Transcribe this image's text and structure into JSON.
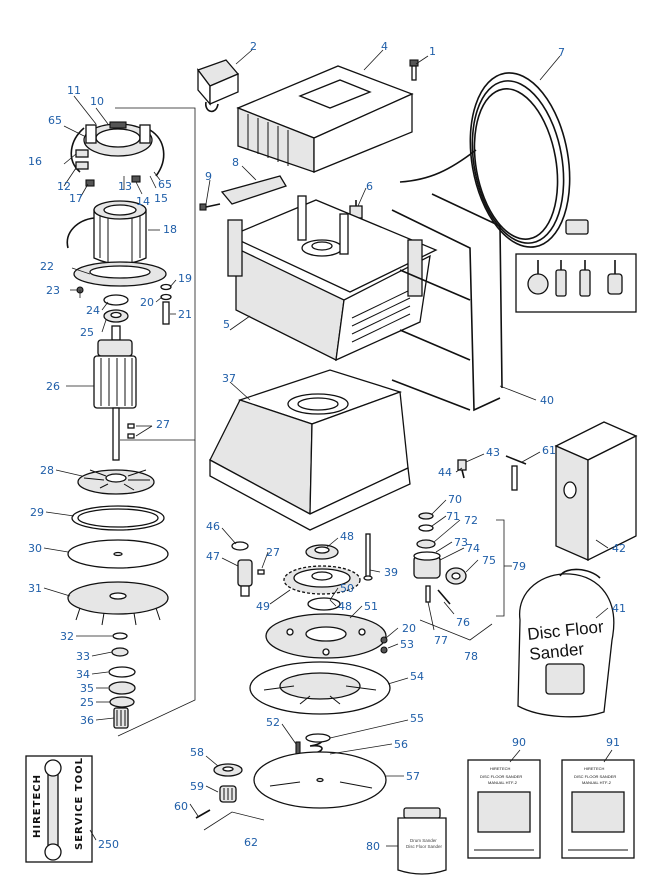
{
  "callouts": {
    "c1": "1",
    "c2": "2",
    "c4": "4",
    "c5": "5",
    "c6": "6",
    "c7": "7",
    "c8": "8",
    "c9": "9",
    "c10": "10",
    "c11": "11",
    "c12": "12",
    "c13": "13",
    "c14": "14",
    "c15": "15",
    "c16": "16",
    "c17": "17",
    "c18": "18",
    "c19": "19",
    "c20a": "20",
    "c20b": "20",
    "c21": "21",
    "c22": "22",
    "c23": "23",
    "c24": "24",
    "c25a": "25",
    "c25b": "25",
    "c26": "26",
    "c27a": "27",
    "c27b": "27",
    "c28": "28",
    "c29": "29",
    "c30": "30",
    "c31": "31",
    "c32": "32",
    "c33": "33",
    "c34": "34",
    "c35": "35",
    "c36": "36",
    "c37": "37",
    "c39": "39",
    "c40": "40",
    "c41": "41",
    "c42": "42",
    "c43": "43",
    "c44": "44",
    "c46": "46",
    "c47": "47",
    "c48a": "48",
    "c48b": "48",
    "c49": "49",
    "c50": "50",
    "c51": "51",
    "c52": "52",
    "c53": "53",
    "c54": "54",
    "c55": "55",
    "c56": "56",
    "c57": "57",
    "c58": "58",
    "c59": "59",
    "c60": "60",
    "c61": "61",
    "c62": "62",
    "c65a": "65",
    "c65b": "65",
    "c70": "70",
    "c71": "71",
    "c72": "72",
    "c73": "73",
    "c74": "74",
    "c75": "75",
    "c76": "76",
    "c77": "77",
    "c78": "78",
    "c79": "79",
    "c80": "80",
    "c90": "90",
    "c91": "91",
    "c250": "250"
  },
  "tool": {
    "brand": "HIRETECH",
    "name": "SERVICE TOOL"
  },
  "bag": {
    "line1": "Disc Floor",
    "line2": "Sander"
  },
  "jar": {
    "line1": "Drum Sander",
    "line2": "Disc Floor Sander"
  },
  "manuals": {
    "m90_brand": "HIRETECH",
    "m90_title": "DISC FLOOR SANDER",
    "m90_sub": "MANUAL HTF-2",
    "m91_brand": "HIRETECH",
    "m91_title": "DISC FLOOR SANDER",
    "m91_sub": "MANUAL HTF-2"
  },
  "colors": {
    "callout": "#1f5ea8",
    "line": "#111111"
  }
}
